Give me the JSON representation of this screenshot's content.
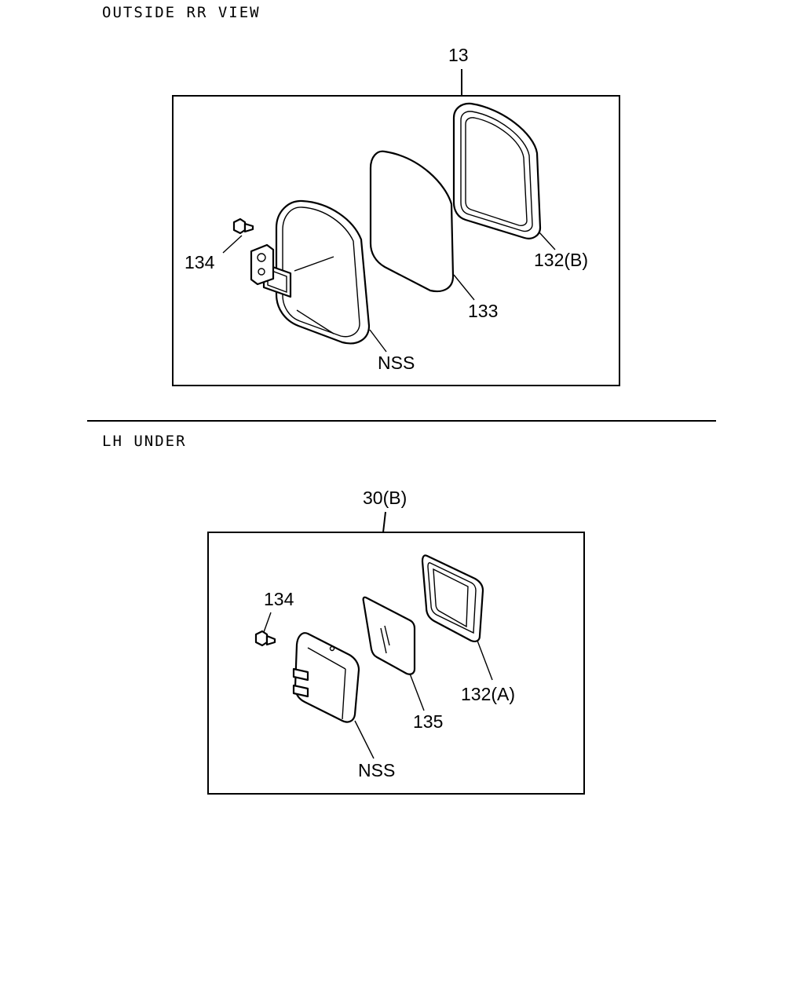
{
  "sections": {
    "top": {
      "heading": "OUTSIDE RR VIEW",
      "assembly_label": "13",
      "callouts": {
        "screw": "134",
        "housing": "NSS",
        "mirror_glass": "133",
        "frame": "132(B)"
      }
    },
    "bottom": {
      "heading": "LH UNDER",
      "assembly_label": "30(B)",
      "callouts": {
        "screw": "134",
        "housing": "NSS",
        "mirror_glass": "135",
        "frame": "132(A)"
      }
    }
  }
}
